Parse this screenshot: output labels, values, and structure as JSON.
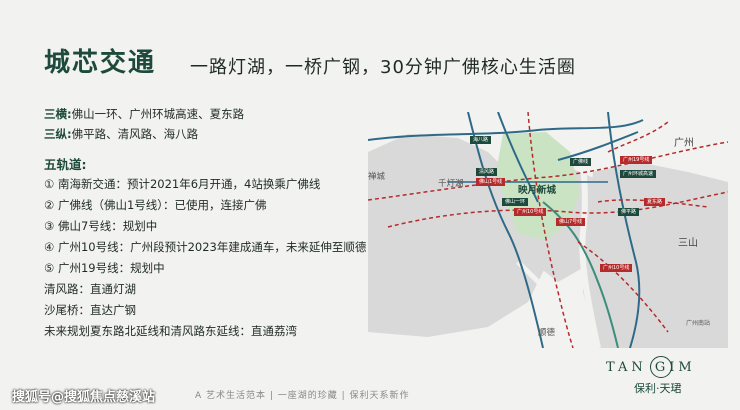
{
  "title": "城芯交通",
  "subtitle": "一路灯湖，一桥广钢，30分钟广佛核心生活圈",
  "horizontal": {
    "label": "三横:",
    "text": "佛山一环、广州环城高速、夏东路"
  },
  "vertical": {
    "label": "三纵:",
    "text": "佛平路、清风路、海八路"
  },
  "rail_heading": "五轨道:",
  "rail_lines": [
    "① 南海新交通：预计2021年6月开通，4站换乘广佛线",
    "② 广佛线（佛山1号线）：已使用，连接广佛",
    "③ 佛山7号线：规划中",
    "④ 广州10号线：广州段预计2023年建成通车，未来延伸至顺德",
    "⑤ 广州19号线：规划中"
  ],
  "notes": [
    "清风路：直通灯湖",
    "沙尾桥：直达广钢",
    "未来规划夏东路北延线和清风路东延线：直通荔湾"
  ],
  "map": {
    "labels": {
      "guangzhou": "广州",
      "chancheng": "禅城",
      "qiandenghu": "千灯湖",
      "yingyue": "映月新城",
      "sanshan": "三山",
      "shunde": "顺德",
      "guangzhou_south": "广州南站"
    },
    "tags": {
      "t1": "海八路",
      "t2": "清风路",
      "t3": "佛山1号线",
      "t4": "广佛线",
      "t5": "广州19号线",
      "t6": "广州环城高速",
      "t7": "佛山一环",
      "t8": "广州10号线",
      "t9": "佛山7号线",
      "t10": "夏东路",
      "t11": "广州10号线",
      "t12": "佛平路"
    },
    "colors": {
      "green_zone": "#c9e3c3",
      "road_blue": "#2e6a87",
      "rail_red": "#b52b2b",
      "land": "#d9d9d9",
      "water": "#f2f2f0"
    }
  },
  "footer": {
    "watermark": "搜狐号@搜狐焦点慈溪站",
    "slogan": "A 艺术生活范本 | 一座湖的珍藏 | 保利天系新作"
  },
  "logo": {
    "en": "TAN GIM",
    "cn": "保利·天珺"
  }
}
